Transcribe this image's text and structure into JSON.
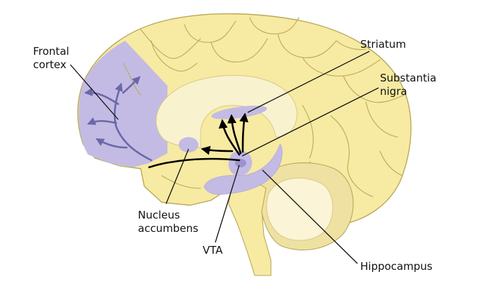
{
  "labels": {
    "frontal_cortex": [
      "Frontal",
      "cortex"
    ],
    "striatum": "Striatum",
    "substantia_nigra": [
      "Substantia",
      "nigra"
    ],
    "nucleus_accumbens": [
      "Nucleus",
      "accumbens"
    ],
    "vta": "VTA",
    "hippocampus": "Hippocampus"
  },
  "colors": {
    "brain": "#f7eaa2",
    "brain_outline": "#b9a95a",
    "corpus": "#f9f2cf",
    "cerebellum_outer": "#eee1a2",
    "cerebellum_inner": "#fbf4d6",
    "highlight": "#c3bbe3",
    "highlight_dark": "#9c93cf",
    "pathway": "#000000",
    "frontal_pathway": "#6b68a8"
  },
  "icons": {
    "pathway_arrows": "arrowhead-icon"
  }
}
